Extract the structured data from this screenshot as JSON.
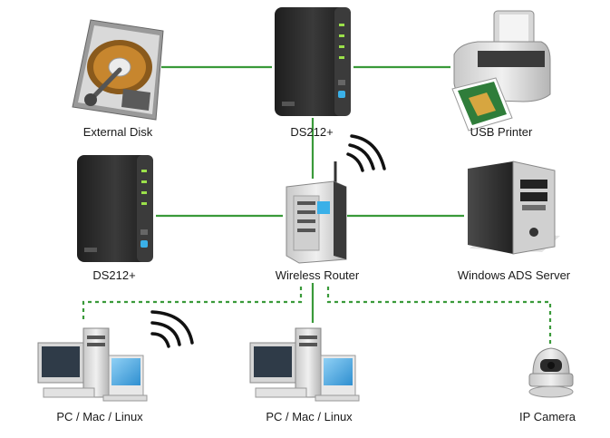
{
  "labels": {
    "external_disk": "External Disk",
    "ds212_top": "DS212+",
    "usb_printer": "USB Printer",
    "ds212_left": "DS212+",
    "wireless_router": "Wireless Router",
    "windows_ads_server": "Windows ADS Server",
    "pc_left": "PC / Mac / Linux",
    "pc_center": "PC / Mac / Linux",
    "ip_camera": "IP Camera"
  },
  "colors": {
    "link": "#3a9a3a",
    "nas_body": "#2b2b2b",
    "nas_led": "#9be04a",
    "accent_blue": "#3ab0e8"
  },
  "connections": [
    {
      "from": "external-disk",
      "to": "ds212-top",
      "style": "solid"
    },
    {
      "from": "ds212-top",
      "to": "usb-printer",
      "style": "solid"
    },
    {
      "from": "ds212-top",
      "to": "wireless-router",
      "style": "solid"
    },
    {
      "from": "ds212-left",
      "to": "wireless-router",
      "style": "solid"
    },
    {
      "from": "wireless-router",
      "to": "windows-ads-server",
      "style": "solid"
    },
    {
      "from": "wireless-router",
      "to": "pc-center",
      "style": "solid"
    },
    {
      "from": "wireless-router",
      "to": "pc-left",
      "style": "dashed"
    },
    {
      "from": "wireless-router",
      "to": "ip-camera",
      "style": "dashed"
    }
  ]
}
